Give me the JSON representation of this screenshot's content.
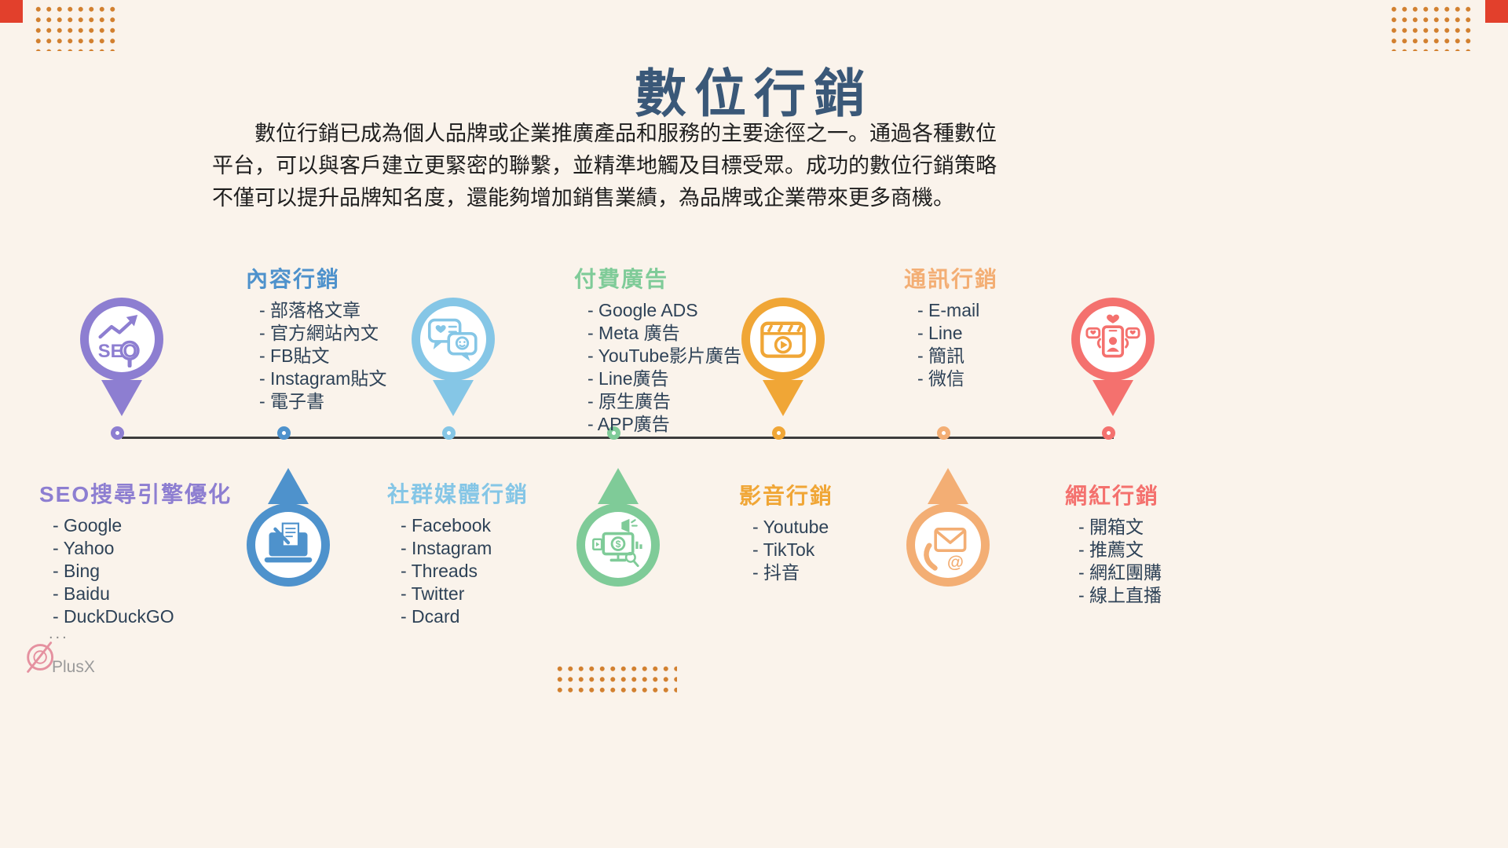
{
  "page": {
    "title": "數位行銷",
    "intro_lines": [
      "數位行銷已成為個人品牌或企業推廣產品和服務的主要途徑之一。通過各種數位",
      "平台，可以與客戶建立更緊密的聯繫，並精準地觸及目標受眾。成功的數位行銷策略",
      "不僅可以提升品牌知名度，還能夠增加銷售業績，為品牌或企業帶來更多商機。"
    ],
    "background_color": "#FAF3EB",
    "title_color": "#3A5878",
    "dot_color": "#D2802F",
    "corner_square_color": "#E2402C",
    "timeline_color": "#3C3C3C",
    "item_text_color": "#2E4257"
  },
  "list_bullet": "-",
  "categories": [
    {
      "id": "seo",
      "title": "SEO搜尋引擎優化",
      "color": "#8D7ED1",
      "pin": "top",
      "icon": "seo-icon",
      "icon_text": "SEO",
      "items": [
        "Google",
        "Yahoo",
        "Bing",
        "Baidu",
        "DuckDuckGO"
      ]
    },
    {
      "id": "content",
      "title": "內容行銷",
      "color": "#4E92CC",
      "pin": "bottom",
      "icon": "laptop-writing-icon",
      "items": [
        "部落格文章",
        "官方網站內文",
        "FB貼文",
        "Instagram貼文",
        "電子書"
      ]
    },
    {
      "id": "social",
      "title": "社群媒體行銷",
      "color": "#85C6E6",
      "pin": "top",
      "icon": "chat-bubbles-icon",
      "items": [
        "Facebook",
        "Instagram",
        "Threads",
        "Twitter",
        "Dcard"
      ]
    },
    {
      "id": "paid",
      "title": "付費廣告",
      "color": "#7FCB98",
      "pin": "bottom",
      "icon": "megaphone-monitor-icon",
      "icon_text": "$",
      "items": [
        "Google ADS",
        "Meta 廣告",
        "YouTube影片廣告",
        "Line廣告",
        "原生廣告",
        "APP廣告"
      ]
    },
    {
      "id": "video",
      "title": "影音行銷",
      "color": "#F0A636",
      "pin": "top",
      "icon": "clapperboard-icon",
      "items": [
        "Youtube",
        "TikTok",
        "抖音"
      ]
    },
    {
      "id": "messaging",
      "title": "通訊行銷",
      "color": "#F3AE74",
      "pin": "bottom",
      "icon": "envelope-phone-icon",
      "icon_text": "@",
      "items": [
        "E-mail",
        "Line",
        "簡訊",
        "微信"
      ]
    },
    {
      "id": "influencer",
      "title": "網紅行銷",
      "color": "#F4716E",
      "pin": "top",
      "icon": "influencer-phone-icon",
      "items": [
        "開箱文",
        "推薦文",
        "網紅團購",
        "線上直播"
      ]
    }
  ],
  "logo": {
    "text": "PlusX",
    "dots": "..."
  }
}
